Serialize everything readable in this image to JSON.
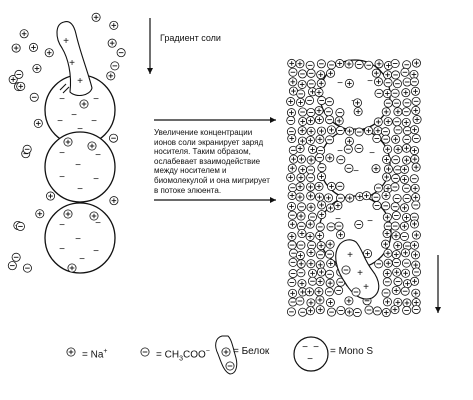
{
  "gradient_label": "Градиент соли",
  "description": "Увеличение концентрации ионов соли экранирует заряд носителя. Таким образом, ослабевает взаимодействие между носителем и биомолекулой и она мигрирует в потоке элюента.",
  "legend": {
    "sodium": "= Na",
    "sodium_sup": "+",
    "acetate_prefix": "= CH",
    "acetate_sub": "3",
    "acetate_suffix": "COO",
    "acetate_sup": "−",
    "protein": "= Белок",
    "mono": "= Mono S"
  },
  "symbols": {
    "plus": "+",
    "minus": "−"
  }
}
